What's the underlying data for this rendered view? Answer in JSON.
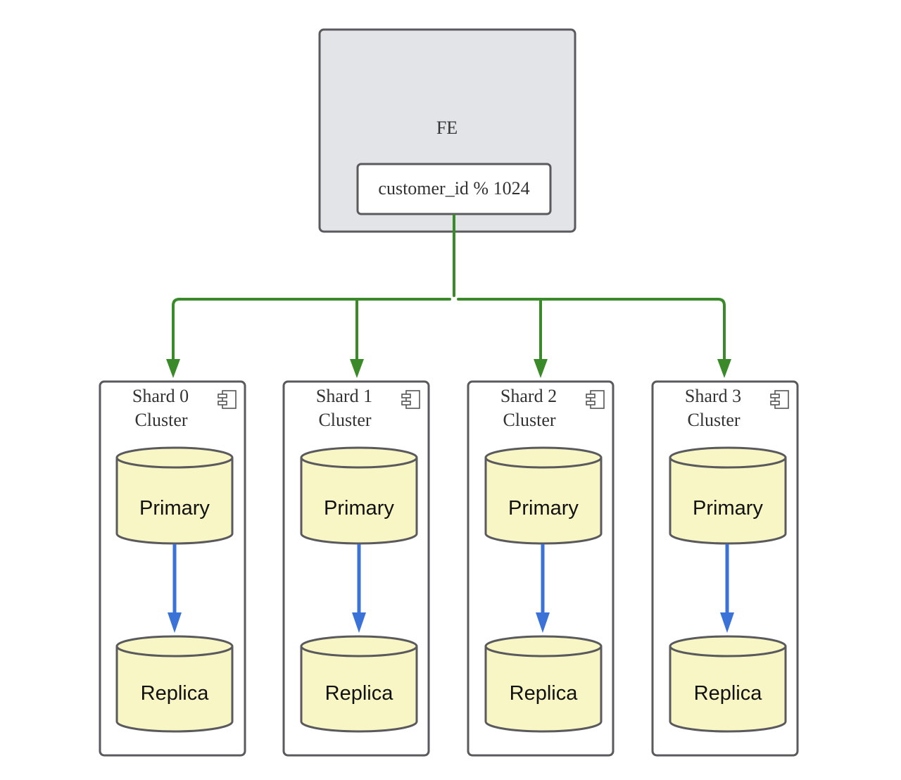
{
  "fe": {
    "title": "FE",
    "router_label": "customer_id % 1024"
  },
  "shards": [
    {
      "title_line1": "Shard 0",
      "title_line2": "Cluster",
      "primary_label": "Primary",
      "replica_label": "Replica"
    },
    {
      "title_line1": "Shard 1",
      "title_line2": "Cluster",
      "primary_label": "Primary",
      "replica_label": "Replica"
    },
    {
      "title_line1": "Shard 2",
      "title_line2": "Cluster",
      "primary_label": "Primary",
      "replica_label": "Replica"
    },
    {
      "title_line1": "Shard 3",
      "title_line2": "Cluster",
      "primary_label": "Primary",
      "replica_label": "Replica"
    }
  ],
  "colors": {
    "fe_fill": "#e3e4e8",
    "border": "#5a5a5e",
    "routing_line": "#3a8a2a",
    "replication_arrow": "#3a72d8",
    "db_fill": "#f7f6c4",
    "text": "#333333"
  },
  "icons": {
    "cluster": "component-icon"
  }
}
